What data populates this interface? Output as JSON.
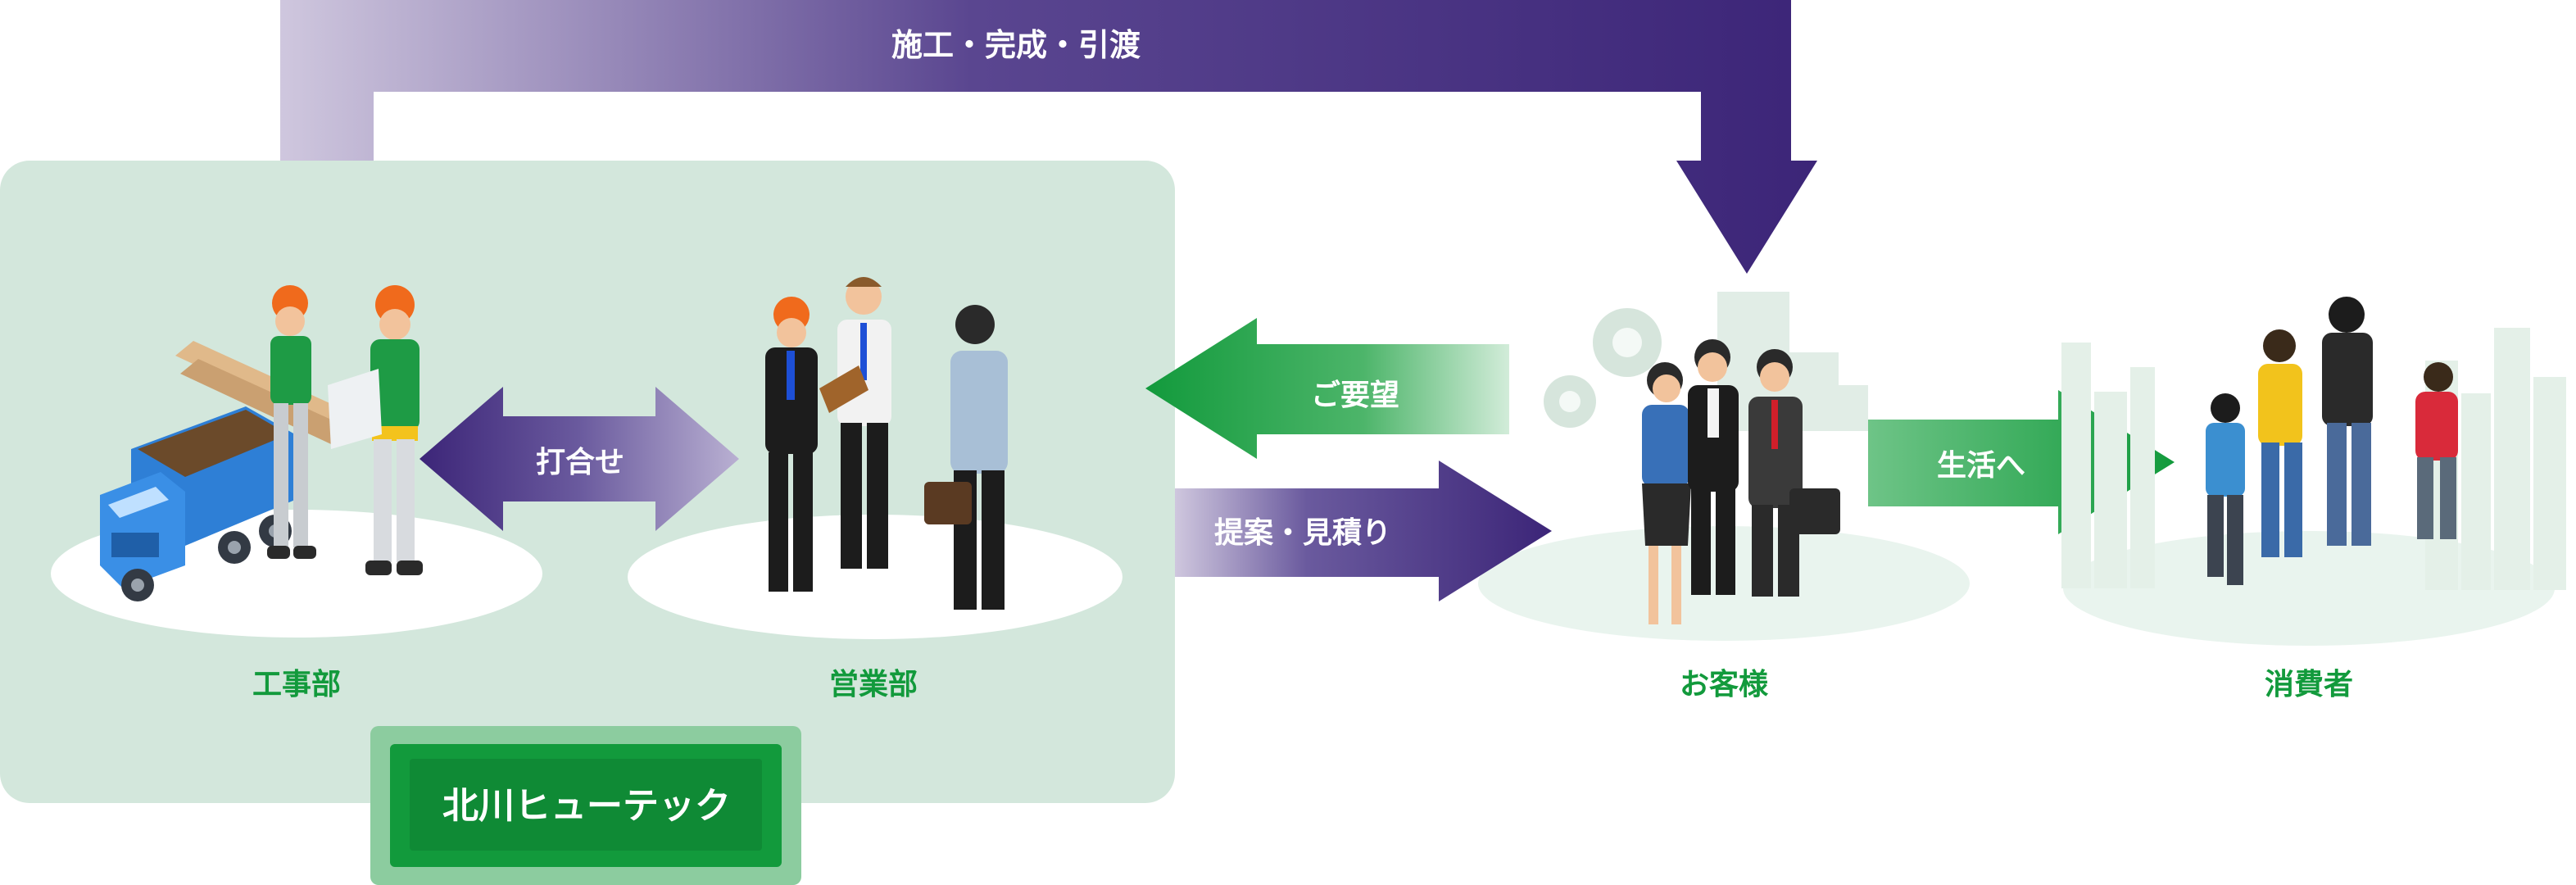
{
  "colors": {
    "panel_bg": "#d3e7dc",
    "green": "#129a3c",
    "purple": "#3c2578",
    "purple_light": "#cfc7de",
    "ground": "#f1f7f3"
  },
  "top_flow": {
    "label": "施工・完成・引渡"
  },
  "company": {
    "name": "北川ヒューテック",
    "construction_dept": "工事部",
    "sales_dept": "営業部",
    "meeting_label": "打合せ"
  },
  "customer": {
    "label": "お客様",
    "request_label": "ご要望",
    "proposal_label": "提案・見積り"
  },
  "consumer": {
    "label": "消費者",
    "to_life_label": "生活へ"
  },
  "icons": [
    "dump-truck-icon",
    "worker-icon",
    "businessperson-icon",
    "gear-icon",
    "building-icon",
    "family-icon"
  ]
}
